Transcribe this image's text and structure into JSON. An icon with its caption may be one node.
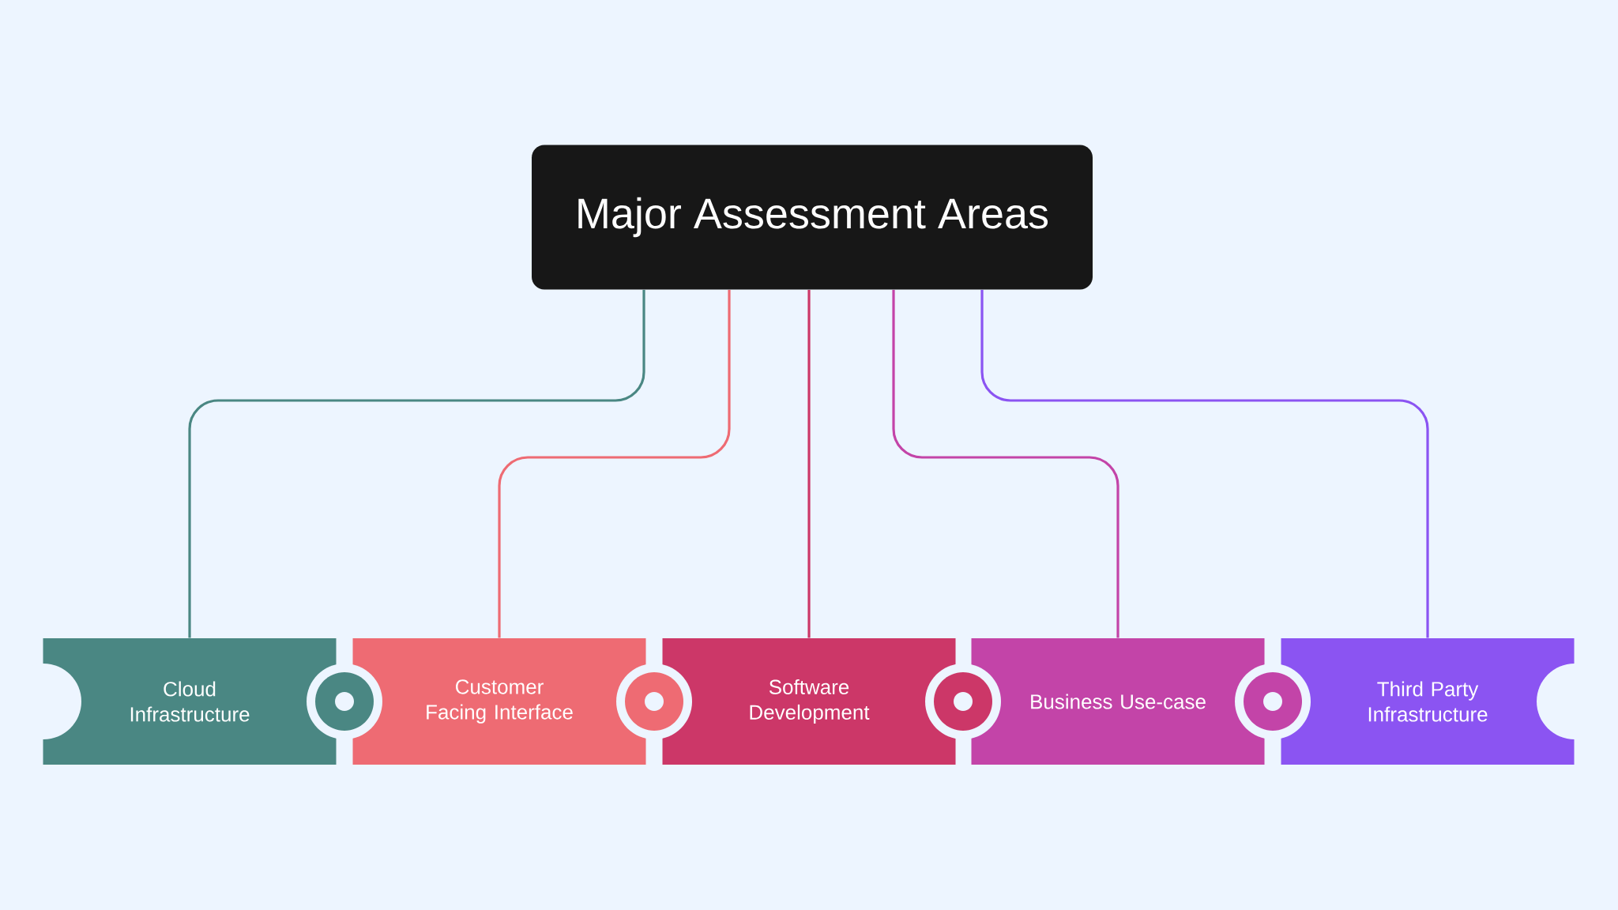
{
  "diagram": {
    "nodes": [
      {
        "text": [
          "Major Assessment Areas"
        ]
      },
      {
        "text": [
          "Cloud Infrastructure"
        ]
      },
      {
        "text": [
          "Customer Facing Interface"
        ]
      },
      {
        "text": [
          "Software Development"
        ]
      },
      {
        "text": [
          "Business Use-case"
        ]
      },
      {
        "text": [
          "Third Party Infrastructure"
        ]
      }
    ],
    "edges": [
      {
        "from": 0,
        "to": 1,
        "arrow": "none",
        "color": "#4a8783"
      },
      {
        "from": 0,
        "to": 2,
        "arrow": "none",
        "color": "#ee6b73"
      },
      {
        "from": 0,
        "to": 3,
        "arrow": "none",
        "color": "#cc3768"
      },
      {
        "from": 0,
        "to": 4,
        "arrow": "none",
        "color": "#c344a8"
      },
      {
        "from": 0,
        "to": 5,
        "arrow": "none",
        "color": "#8b54f2"
      }
    ]
  }
}
